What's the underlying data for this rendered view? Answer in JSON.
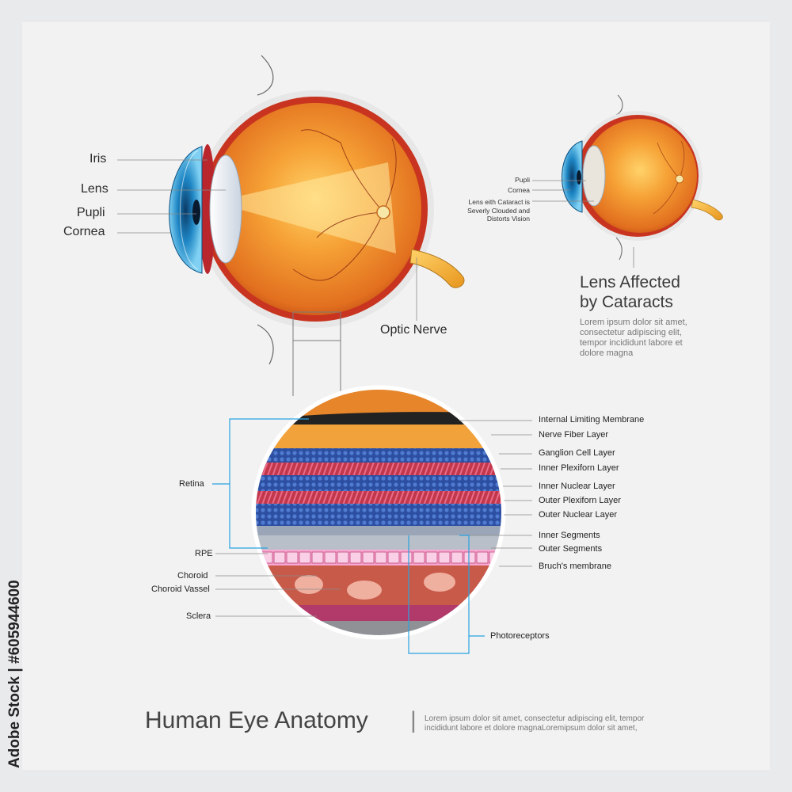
{
  "main_eye_labels": {
    "iris": "Iris",
    "lens": "Lens",
    "pupil": "Pupli",
    "cornea": "Cornea",
    "optic_nerve": "Optic Nerve"
  },
  "cataract_eye_labels": {
    "pupil": "Pupli",
    "cornea": "Cornea",
    "lens_cataract": "Lens eith Cataract is Severly Clouded and Distorts Vision"
  },
  "cataract_heading": {
    "line1": "Lens Affected",
    "line2": "by Cataracts",
    "lorem": "Lorem ipsum dolor sit amet, consectetur adipiscing elit, tempor incididunt labore et dolore magna"
  },
  "retina_left_labels": {
    "retina": "Retina",
    "rpe": "RPE",
    "choroid": "Choroid",
    "choroid_vessel": "Choroid Vassel",
    "sclera": "Sclera"
  },
  "retina_right_labels": [
    "Internal Limiting Membrane",
    "Nerve Fiber Layer",
    "Ganglion Cell Layer",
    "Inner Plexiforn Layer",
    "Inner Nuclear Layer",
    "Outer Plexiforn Layer",
    "Outer Nuclear Layer",
    "Inner Segments",
    "Outer Segments",
    "Bruch's membrane"
  ],
  "photoreceptors": "Photoreceptors",
  "footer": {
    "title": "Human Eye Anatomy",
    "separator": "|",
    "lorem": "Lorem ipsum dolor sit amet, consectetur adipiscing elit, tempor incididunt labore et dolore magnaLoremipsum dolor sit amet,"
  },
  "watermark_id": "Adobe Stock | #605944600",
  "colors": {
    "eye_orange": "#f08a2a",
    "iris_blue": "#1e86c4",
    "sclera_red": "#c8341f",
    "nerve_yellow": "#f2b233",
    "leader_blue": "#29a3e0"
  }
}
